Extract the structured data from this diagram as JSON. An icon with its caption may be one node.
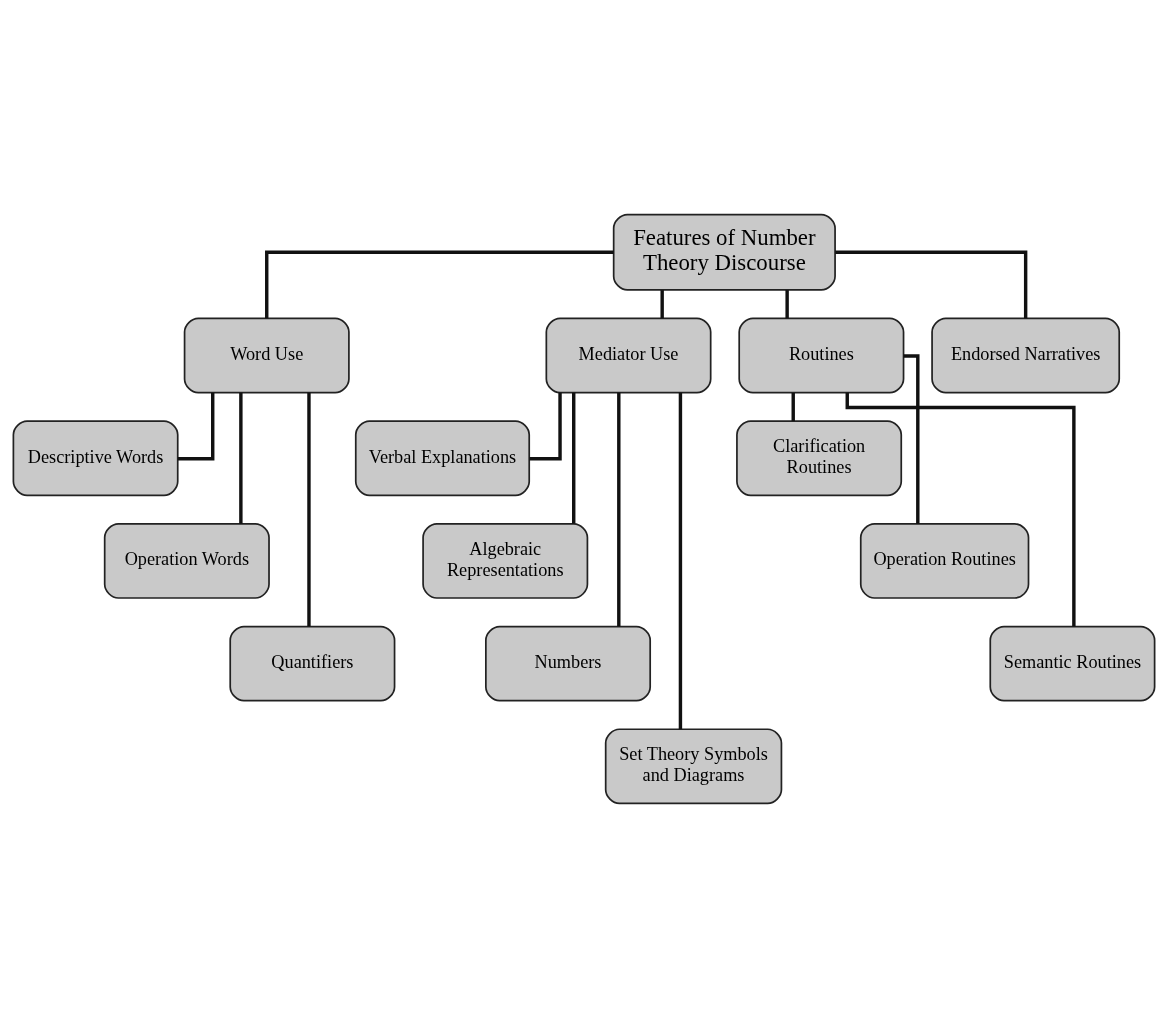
{
  "diagram": {
    "nodes": [
      {
        "text": [
          "Features of Number Theory Discourse"
        ]
      },
      {
        "text": [
          "Word Use"
        ]
      },
      {
        "text": [
          "Mediator Use"
        ]
      },
      {
        "text": [
          "Routines"
        ]
      },
      {
        "text": [
          "Endorsed Narratives"
        ]
      },
      {
        "text": [
          "Descriptive Words"
        ]
      },
      {
        "text": [
          "Operation Words"
        ]
      },
      {
        "text": [
          "Quantifiers"
        ]
      },
      {
        "text": [
          "Verbal Explanations"
        ]
      },
      {
        "text": [
          "Algebraic Representations"
        ]
      },
      {
        "text": [
          "Numbers"
        ]
      },
      {
        "text": [
          "Set Theory Symbols and Diagrams"
        ]
      },
      {
        "text": [
          "Clarification Routines"
        ]
      },
      {
        "text": [
          "Operation Routines"
        ]
      },
      {
        "text": [
          "Semantic Routines"
        ]
      }
    ],
    "edges": [
      {
        "from": 0,
        "to": 1,
        "arrow": "none"
      },
      {
        "from": 0,
        "to": 2,
        "arrow": "none"
      },
      {
        "from": 0,
        "to": 3,
        "arrow": "none"
      },
      {
        "from": 0,
        "to": 4,
        "arrow": "none"
      },
      {
        "from": 1,
        "to": 5,
        "arrow": "none"
      },
      {
        "from": 1,
        "to": 6,
        "arrow": "none"
      },
      {
        "from": 1,
        "to": 7,
        "arrow": "none"
      },
      {
        "from": 2,
        "to": 8,
        "arrow": "none"
      },
      {
        "from": 2,
        "to": 9,
        "arrow": "none"
      },
      {
        "from": 2,
        "to": 10,
        "arrow": "none"
      },
      {
        "from": 2,
        "to": 11,
        "arrow": "none"
      },
      {
        "from": 3,
        "to": 12,
        "arrow": "none"
      },
      {
        "from": 3,
        "to": 13,
        "arrow": "none"
      },
      {
        "from": 3,
        "to": 14,
        "arrow": "none"
      }
    ]
  }
}
